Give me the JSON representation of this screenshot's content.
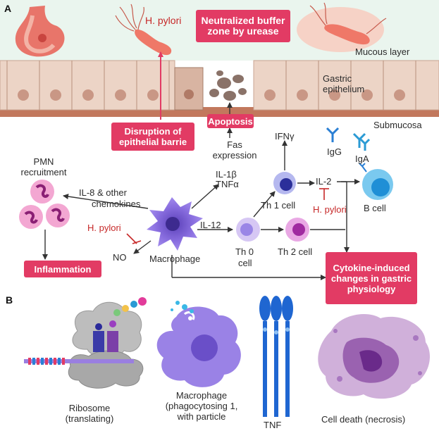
{
  "panels": {
    "a": "A",
    "b": "B"
  },
  "top": {
    "h_pylori": "H. pylori",
    "neutralized": "Neutralized buffer zone by urease",
    "mucous_layer": "Mucous layer",
    "gastric_epithelium": "Gastric epithelium",
    "submucosa": "Submucosa",
    "disruption": "Disruption of epithelial barrie",
    "apoptosis": "Apoptosis"
  },
  "immune": {
    "fas_expression": "Fas expression",
    "ifng": "IFNγ",
    "igg": "IgG",
    "iga": "IgA",
    "il1b": "IL-1β",
    "tnfa": "TNFα",
    "il2": "IL-2",
    "pmn_recruitment": "PMN recruitment",
    "il8": "IL-8 & other",
    "chemokines": "chemokines",
    "th1": "Th 1 cell",
    "h_pylori_il2": "H. pylori",
    "b_cell": "B cell",
    "il12": "IL-12",
    "h_pylori_no": "H. pylori",
    "no": "NO",
    "macrophage": "Macrophage",
    "th0": "Th 0",
    "th0_cell": "cell",
    "th2": "Th 2 cell",
    "inflammation": "Inflammation",
    "cytokine_changes": "Cytokine-induced changes in gastric physiology"
  },
  "bottom": {
    "ribosome": "Ribosome (translating)",
    "macrophage_phago": "Macrophage (phagocytosing 1, with particle",
    "tnf": "TNF",
    "cell_death": "Cell death (necrosis)"
  },
  "colors": {
    "accent_box": "#e23b64",
    "inhibit": "#c62828",
    "epithelium": "#e9d0c2",
    "mucous": "#eaf5ee",
    "macrophage": "#9a82e6",
    "tnf": "#1f66d1",
    "necrosis": "#b07cbd"
  }
}
